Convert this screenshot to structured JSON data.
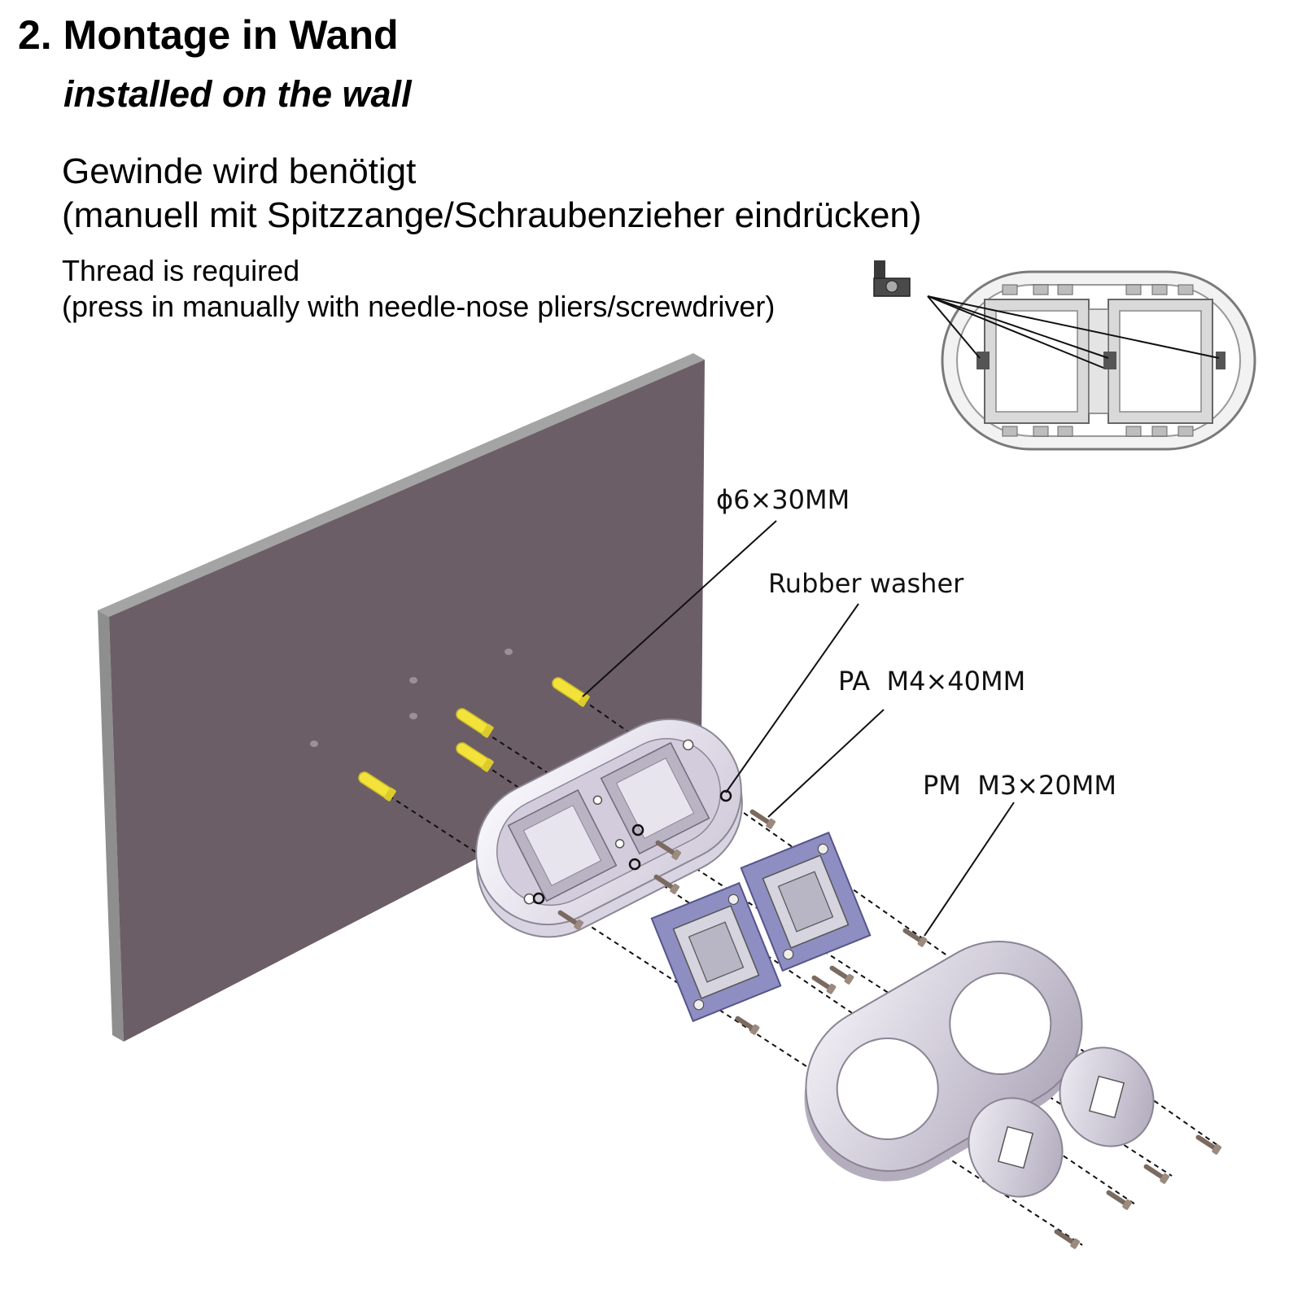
{
  "heading": {
    "title": "2. Montage in Wand",
    "subtitle": "installed on the wall"
  },
  "instructions": {
    "de_line1": "Gewinde wird benötigt",
    "de_line2": "(manuell mit Spitzzange/Schraubenzieher eindrücken)",
    "en_line1": "Thread is required",
    "en_line2": "(press in manually with needle-nose pliers/screwdriver)"
  },
  "callouts": {
    "anchor": "ϕ6×30MM",
    "washer": "Rubber washer",
    "screw_pa": "PA  M4×40MM",
    "screw_pm": "PM  M3×20MM"
  },
  "colors": {
    "wall_face": "#6c5e66",
    "wall_edge": "#9d9d9d",
    "anchor": "#f2e23a",
    "box": "#e7e2ec",
    "plate": "#8e8ec2",
    "screw": "#7a6a60"
  }
}
